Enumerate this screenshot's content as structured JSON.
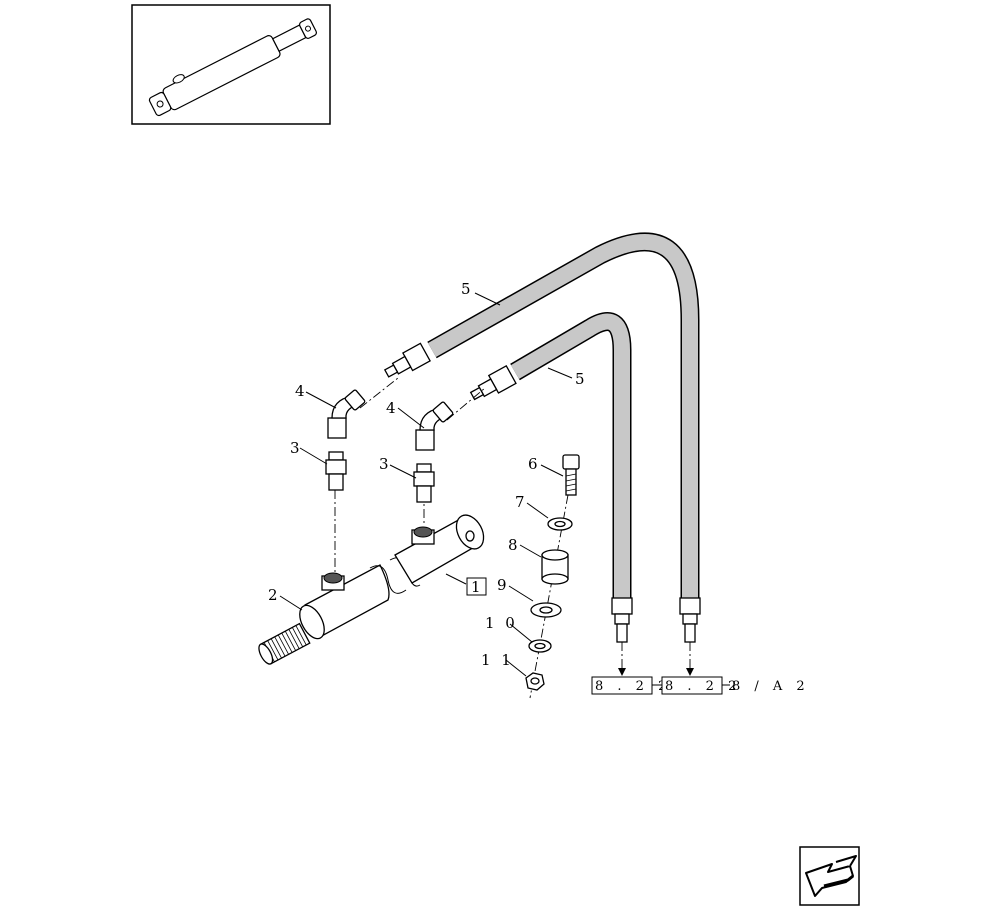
{
  "diagram": {
    "callouts": {
      "c5a": "5",
      "c5b": "5",
      "c4a": "4",
      "c4b": "4",
      "c3a": "3",
      "c3b": "3",
      "c2": "2",
      "c6": "6",
      "c7": "7",
      "c8": "8",
      "c9": "9",
      "c10": "1 0",
      "c11": "1 1",
      "boxed1": "1"
    },
    "references": {
      "ref1": "8 . 2 2",
      "ref2": "8 . 2 2",
      "ref2_suffix": "8 / A 2"
    },
    "icons": [
      "cylinder-thumbnail-icon",
      "next-page-arrow-icon"
    ],
    "colors": {
      "hose": "#c8c8c8",
      "line": "#000000"
    }
  }
}
